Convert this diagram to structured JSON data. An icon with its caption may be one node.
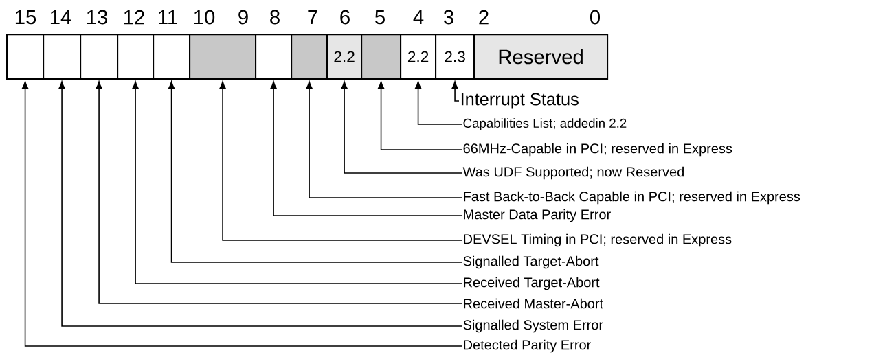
{
  "diagram": {
    "nodes": [
      {
        "text": [],
        "shape": "box"
      },
      {
        "text": [],
        "shape": "box"
      },
      {
        "text": [],
        "shape": "box"
      },
      {
        "text": [],
        "shape": "box"
      },
      {
        "text": [],
        "shape": "box"
      },
      {
        "text": [],
        "shape": "box"
      },
      {
        "text": [],
        "shape": "box"
      },
      {
        "text": [],
        "shape": "box"
      },
      {
        "text": [
          "2.2"
        ]
      },
      {
        "text": [],
        "shape": "box"
      },
      {
        "text": [
          "2.2"
        ]
      },
      {
        "text": [
          "2.3"
        ]
      },
      {
        "text": [
          "Reserved"
        ]
      },
      {
        "text": [
          "Interrupt Status"
        ]
      },
      {
        "text": [
          "Capabilities List; addedin 2.2"
        ]
      },
      {
        "text": [
          "66MHz-Capable in PCI; reserved in Express"
        ]
      },
      {
        "text": [
          "Was UDF Supported; now Reserved"
        ]
      },
      {
        "text": [
          "Fast Back-to-Back Capable in PCI; reserved in Express"
        ]
      },
      {
        "text": [
          "Master Data Parity Error"
        ]
      },
      {
        "text": [
          "DEVSEL Timing in PCI; reserved in Express"
        ]
      },
      {
        "text": [
          "Signalled Target-Abort"
        ]
      },
      {
        "text": [
          "Received Target-Abort"
        ]
      },
      {
        "text": [
          "Received Master-Abort"
        ]
      },
      {
        "text": [
          "Signalled System Error"
        ]
      },
      {
        "text": [
          "Detected Parity Error"
        ]
      }
    ],
    "edges": [
      {
        "from": 13,
        "to": 11,
        "arrow": "to"
      },
      {
        "from": 14,
        "to": 10,
        "arrow": "to"
      },
      {
        "from": 15,
        "to": 9,
        "arrow": "to"
      },
      {
        "from": 16,
        "to": 8,
        "arrow": "to"
      },
      {
        "from": 17,
        "to": 7,
        "arrow": "to"
      },
      {
        "from": 18,
        "to": 6,
        "arrow": "to"
      },
      {
        "from": 19,
        "to": 5,
        "arrow": "to"
      },
      {
        "from": 20,
        "to": 4,
        "arrow": "to"
      },
      {
        "from": 21,
        "to": 3,
        "arrow": "to"
      },
      {
        "from": 22,
        "to": 2,
        "arrow": "to"
      },
      {
        "from": 23,
        "to": 1,
        "arrow": "to"
      },
      {
        "from": 24,
        "to": 0,
        "arrow": "to"
      }
    ],
    "labels": [
      "15",
      "14",
      "13",
      "12",
      "11",
      "10",
      "9",
      "8",
      "7",
      "6",
      "5",
      "4",
      "3",
      "2",
      "0"
    ]
  }
}
